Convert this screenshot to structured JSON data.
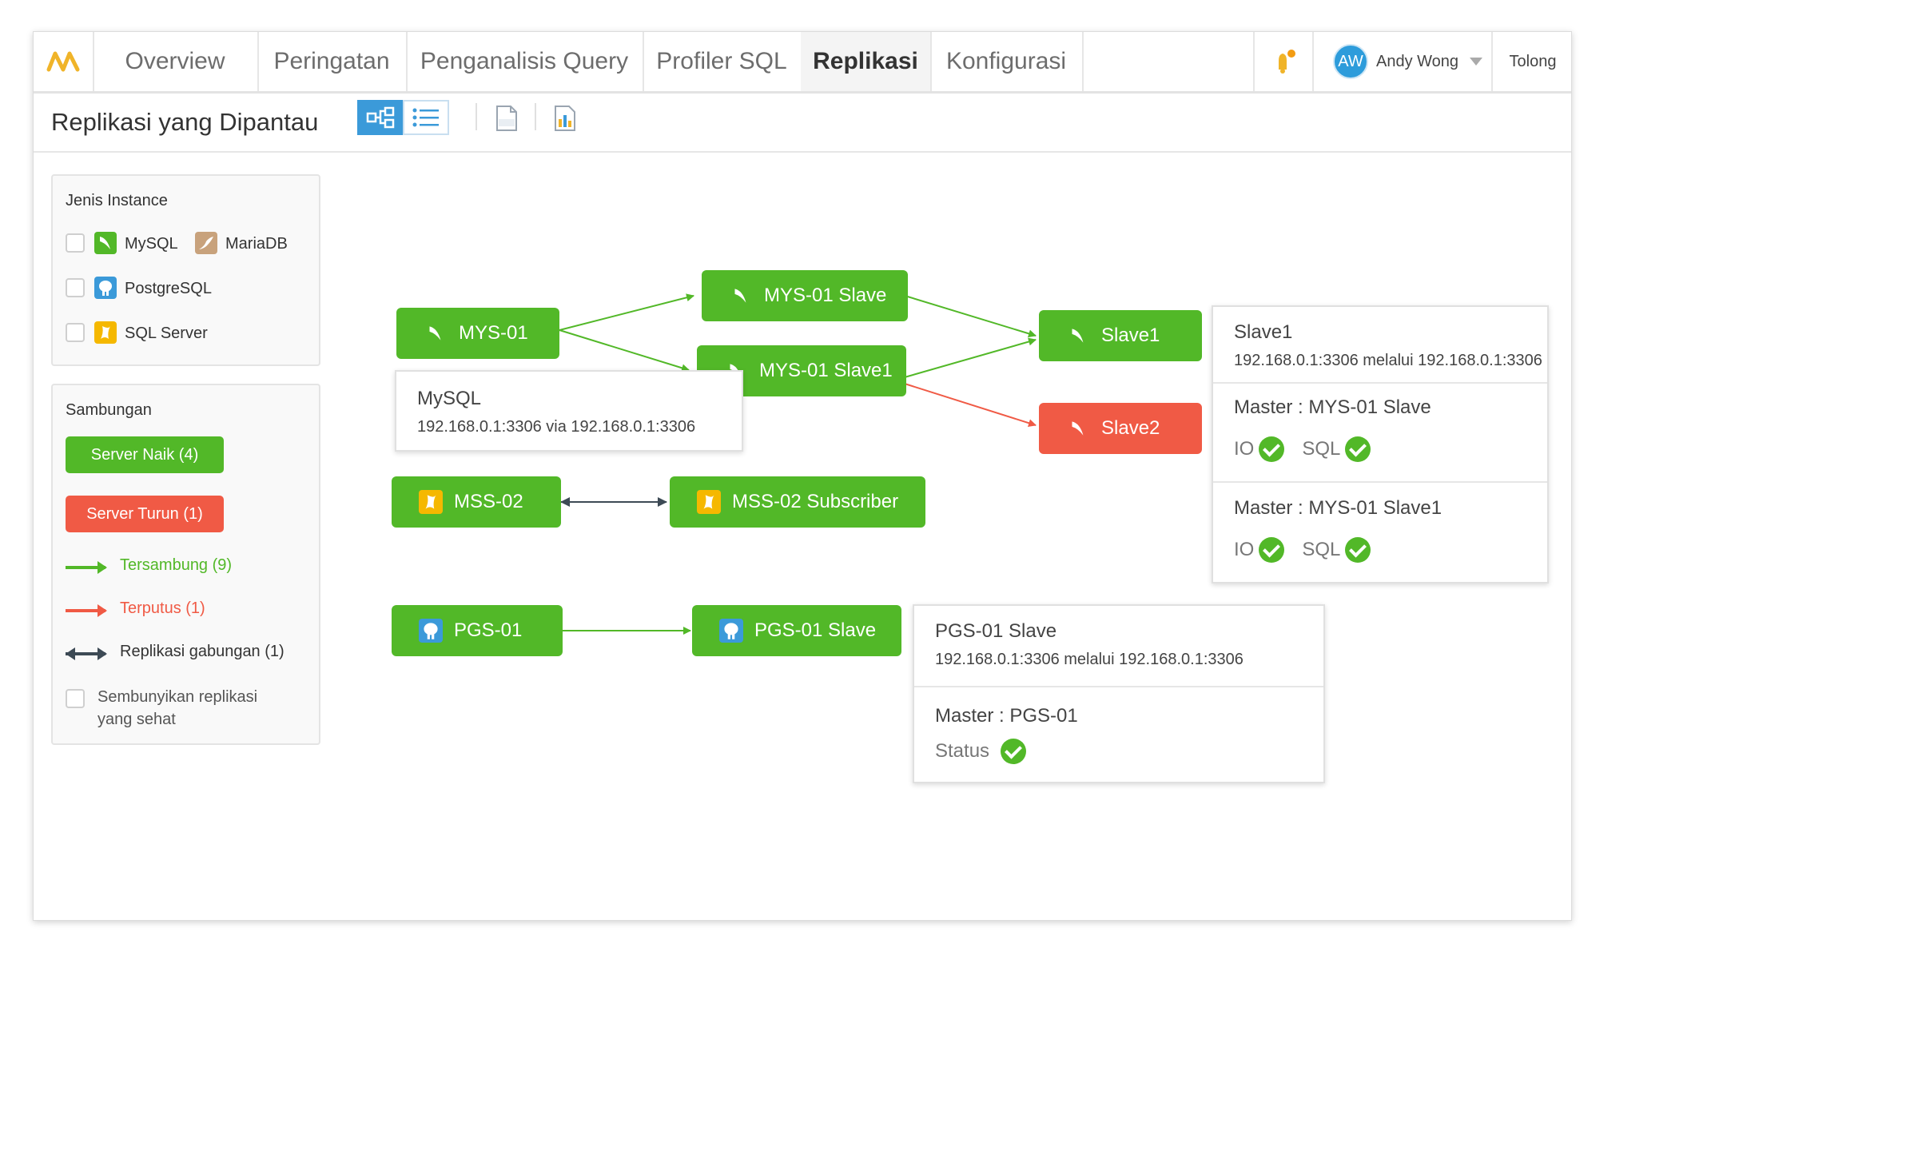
{
  "nav": {
    "tabs": [
      "Overview",
      "Peringatan",
      "Penganalisis Query",
      "Profiler SQL",
      "Replikasi",
      "Konfigurasi"
    ],
    "active_tab": "Replikasi",
    "user": {
      "initials": "AW",
      "name": "Andy Wong"
    },
    "help_label": "Tolong",
    "icons": {
      "logo": "logo-icon",
      "notification": "bell-icon"
    }
  },
  "toolbar": {
    "title": "Replikasi yang Dipantau",
    "views": [
      "topology-view",
      "list-view"
    ],
    "active_view": "topology-view",
    "exports": [
      "pdf-icon",
      "report-icon"
    ]
  },
  "filters": {
    "title": "Jenis Instance",
    "items": [
      {
        "label": "MySQL",
        "icon": "mysql-icon",
        "checked": false
      },
      {
        "label": "MariaDB",
        "icon": "mariadb-icon",
        "checked": false
      },
      {
        "label": "PostgreSQL",
        "icon": "postgresql-icon",
        "checked": false
      },
      {
        "label": "SQL Server",
        "icon": "sqlserver-icon",
        "checked": false
      }
    ]
  },
  "connections": {
    "title": "Sambungan",
    "server_up": "Server Naik (4)",
    "server_down": "Server Turun (1)",
    "legend": [
      {
        "label": "Tersambung (9)",
        "color": "#52b828"
      },
      {
        "label": "Terputus (1)",
        "color": "#f05a45"
      },
      {
        "label": "Replikasi gabungan (1)",
        "color": "#3d4a55"
      }
    ],
    "hide_healthy": {
      "label_line1": "Sembunyikan replikasi",
      "label_line2": "yang sehat",
      "checked": false
    }
  },
  "topology": {
    "nodes": [
      {
        "id": "mys01",
        "label": "MYS-01",
        "type": "mysql",
        "status": "up"
      },
      {
        "id": "mys01slave",
        "label": "MYS-01 Slave",
        "type": "mysql",
        "status": "up"
      },
      {
        "id": "mys01slave1",
        "label": "MYS-01 Slave1",
        "type": "mysql",
        "status": "up"
      },
      {
        "id": "slave1",
        "label": "Slave1",
        "type": "mysql",
        "status": "up"
      },
      {
        "id": "slave2",
        "label": "Slave2",
        "type": "mysql",
        "status": "down"
      },
      {
        "id": "mss02",
        "label": "MSS-02",
        "type": "sqlserver",
        "status": "up"
      },
      {
        "id": "mss02sub",
        "label": "MSS-02 Subscriber",
        "type": "sqlserver",
        "status": "up"
      },
      {
        "id": "pgs01",
        "label": "PGS-01",
        "type": "postgresql",
        "status": "up"
      },
      {
        "id": "pgs01slave",
        "label": "PGS-01 Slave",
        "type": "postgresql",
        "status": "up"
      }
    ],
    "edges": [
      {
        "from": "mys01",
        "to": "mys01slave",
        "state": "connected"
      },
      {
        "from": "mys01",
        "to": "mys01slave1",
        "state": "connected"
      },
      {
        "from": "mys01slave",
        "to": "slave1",
        "state": "connected"
      },
      {
        "from": "mys01slave1",
        "to": "slave1",
        "state": "connected"
      },
      {
        "from": "mys01slave1",
        "to": "slave2",
        "state": "disconnected"
      },
      {
        "from": "mss02",
        "to": "mss02sub",
        "state": "merge"
      },
      {
        "from": "pgs01",
        "to": "pgs01slave",
        "state": "connected"
      }
    ]
  },
  "tooltip_mysql": {
    "title": "MySQL",
    "detail": "192.168.0.1:3306 via 192.168.0.1:3306"
  },
  "card_slave1": {
    "title": "Slave1",
    "detail": "192.168.0.1:3306 melalui 192.168.0.1:3306",
    "masters": [
      {
        "label": "Master : MYS-01 Slave",
        "io": "IO",
        "sql": "SQL"
      },
      {
        "label": "Master : MYS-01 Slave1",
        "io": "IO",
        "sql": "SQL"
      }
    ]
  },
  "card_pgs": {
    "title": "PGS-01 Slave",
    "detail": "192.168.0.1:3306 melalui 192.168.0.1:3306",
    "master": "Master : PGS-01",
    "status_label": "Status"
  }
}
